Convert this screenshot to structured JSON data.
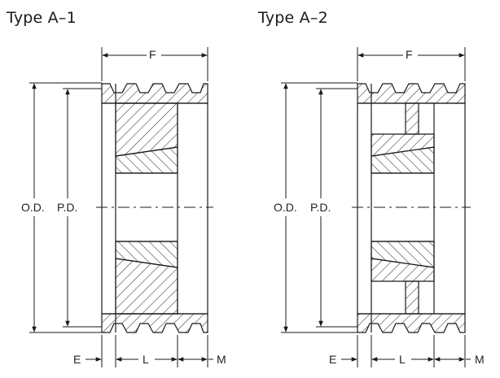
{
  "diagrams": [
    {
      "title": "Type A–1",
      "labels": {
        "F": "F",
        "OD": "O.D.",
        "PD": "P.D.",
        "E": "E",
        "L": "L",
        "M": "M"
      }
    },
    {
      "title": "Type A–2",
      "labels": {
        "F": "F",
        "OD": "O.D.",
        "PD": "P.D.",
        "E": "E",
        "L": "L",
        "M": "M"
      }
    }
  ],
  "colors": {
    "line": "#1a1a1a",
    "hatch": "#333333",
    "background": "#ffffff"
  }
}
